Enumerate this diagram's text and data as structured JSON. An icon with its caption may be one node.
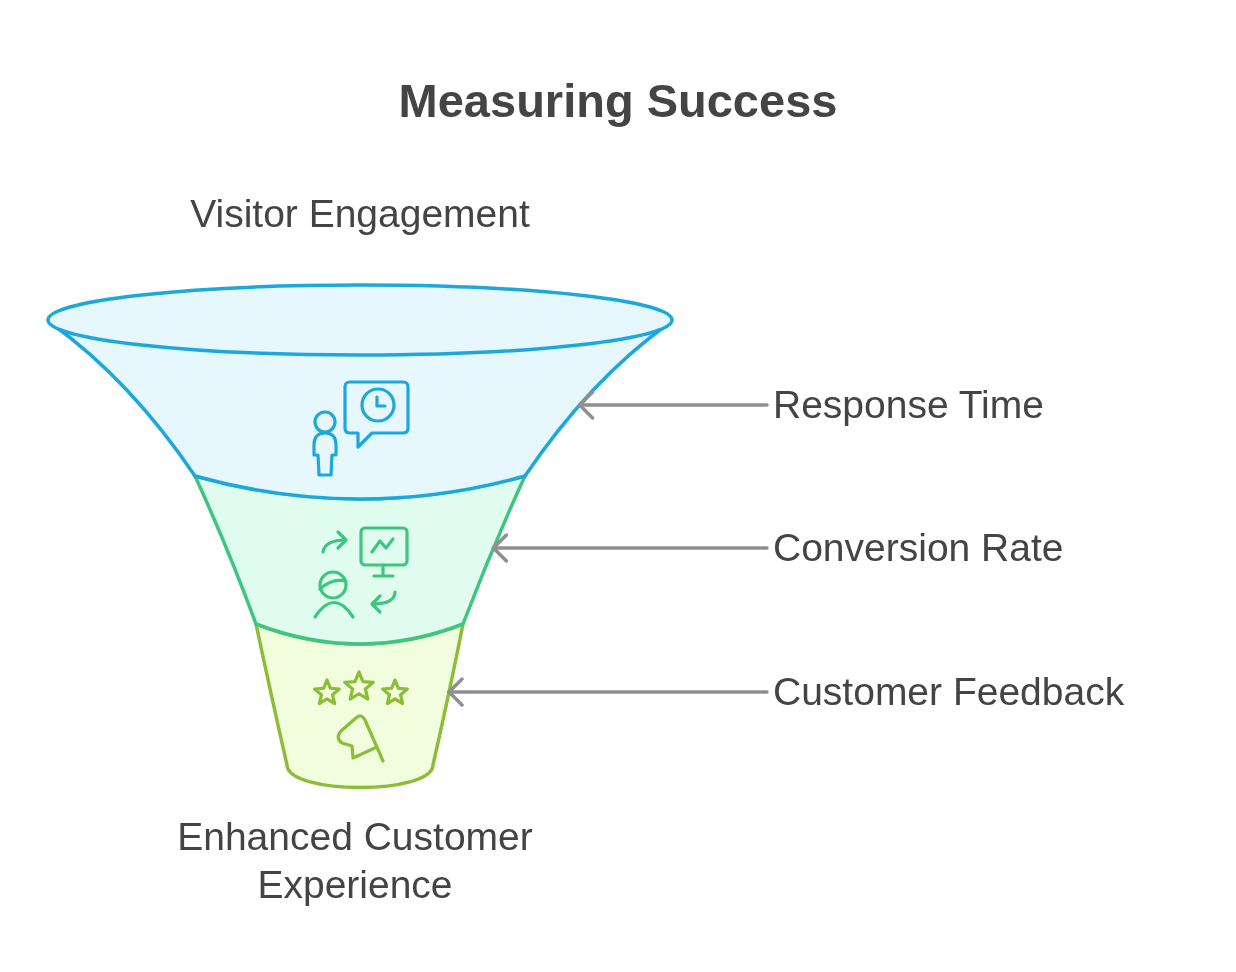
{
  "diagram": {
    "title": "Measuring Success",
    "nodes": [
      {
        "text": [],
        "shape": "funnel"
      },
      {
        "text": [
          "Response Time"
        ]
      },
      {
        "text": [],
        "shape": "funnel"
      },
      {
        "text": [
          "Conversion Rate"
        ]
      },
      {
        "text": [],
        "shape": "funnel"
      },
      {
        "text": [
          "Customer Feedback"
        ]
      }
    ],
    "edges": [
      {
        "from": 1,
        "to": 0,
        "arrow": "to"
      },
      {
        "from": 3,
        "to": 2,
        "arrow": "to"
      },
      {
        "from": 5,
        "to": 4,
        "arrow": "to"
      }
    ],
    "labels": [
      "Visitor Engagement",
      "Enhanced Customer Experience"
    ]
  }
}
